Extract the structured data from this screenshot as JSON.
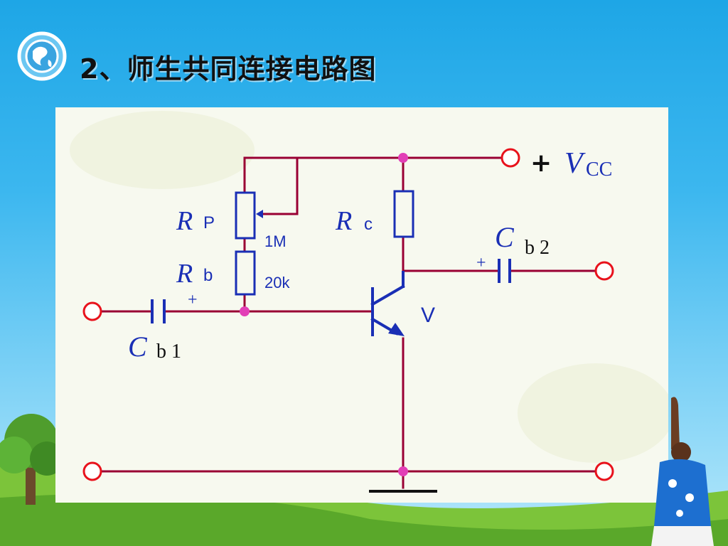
{
  "slide": {
    "title": "2、师生共同连接电路图"
  },
  "colors": {
    "wire": "#990033",
    "node": "#e23fb6",
    "component": "#1a2fb5",
    "terminal": "#e8121c",
    "label": "#1a2fb5"
  },
  "icons": {
    "badge": "globe-badge-icon"
  },
  "circuit": {
    "vcc_plus": "+",
    "vcc_main": "V",
    "vcc_sub": "CC",
    "rp_main": "R",
    "rp_sub": "P",
    "rp_value": "1M",
    "rb_main": "R",
    "rb_sub": "b",
    "rb_value": "20k",
    "rc_main": "R",
    "rc_sub": "c",
    "cb1_main": "C",
    "cb1_sub": "b 1",
    "cb1_plus": "+",
    "cb2_main": "C",
    "cb2_sub": "b 2",
    "cb2_plus": "+",
    "transistor": "V"
  }
}
